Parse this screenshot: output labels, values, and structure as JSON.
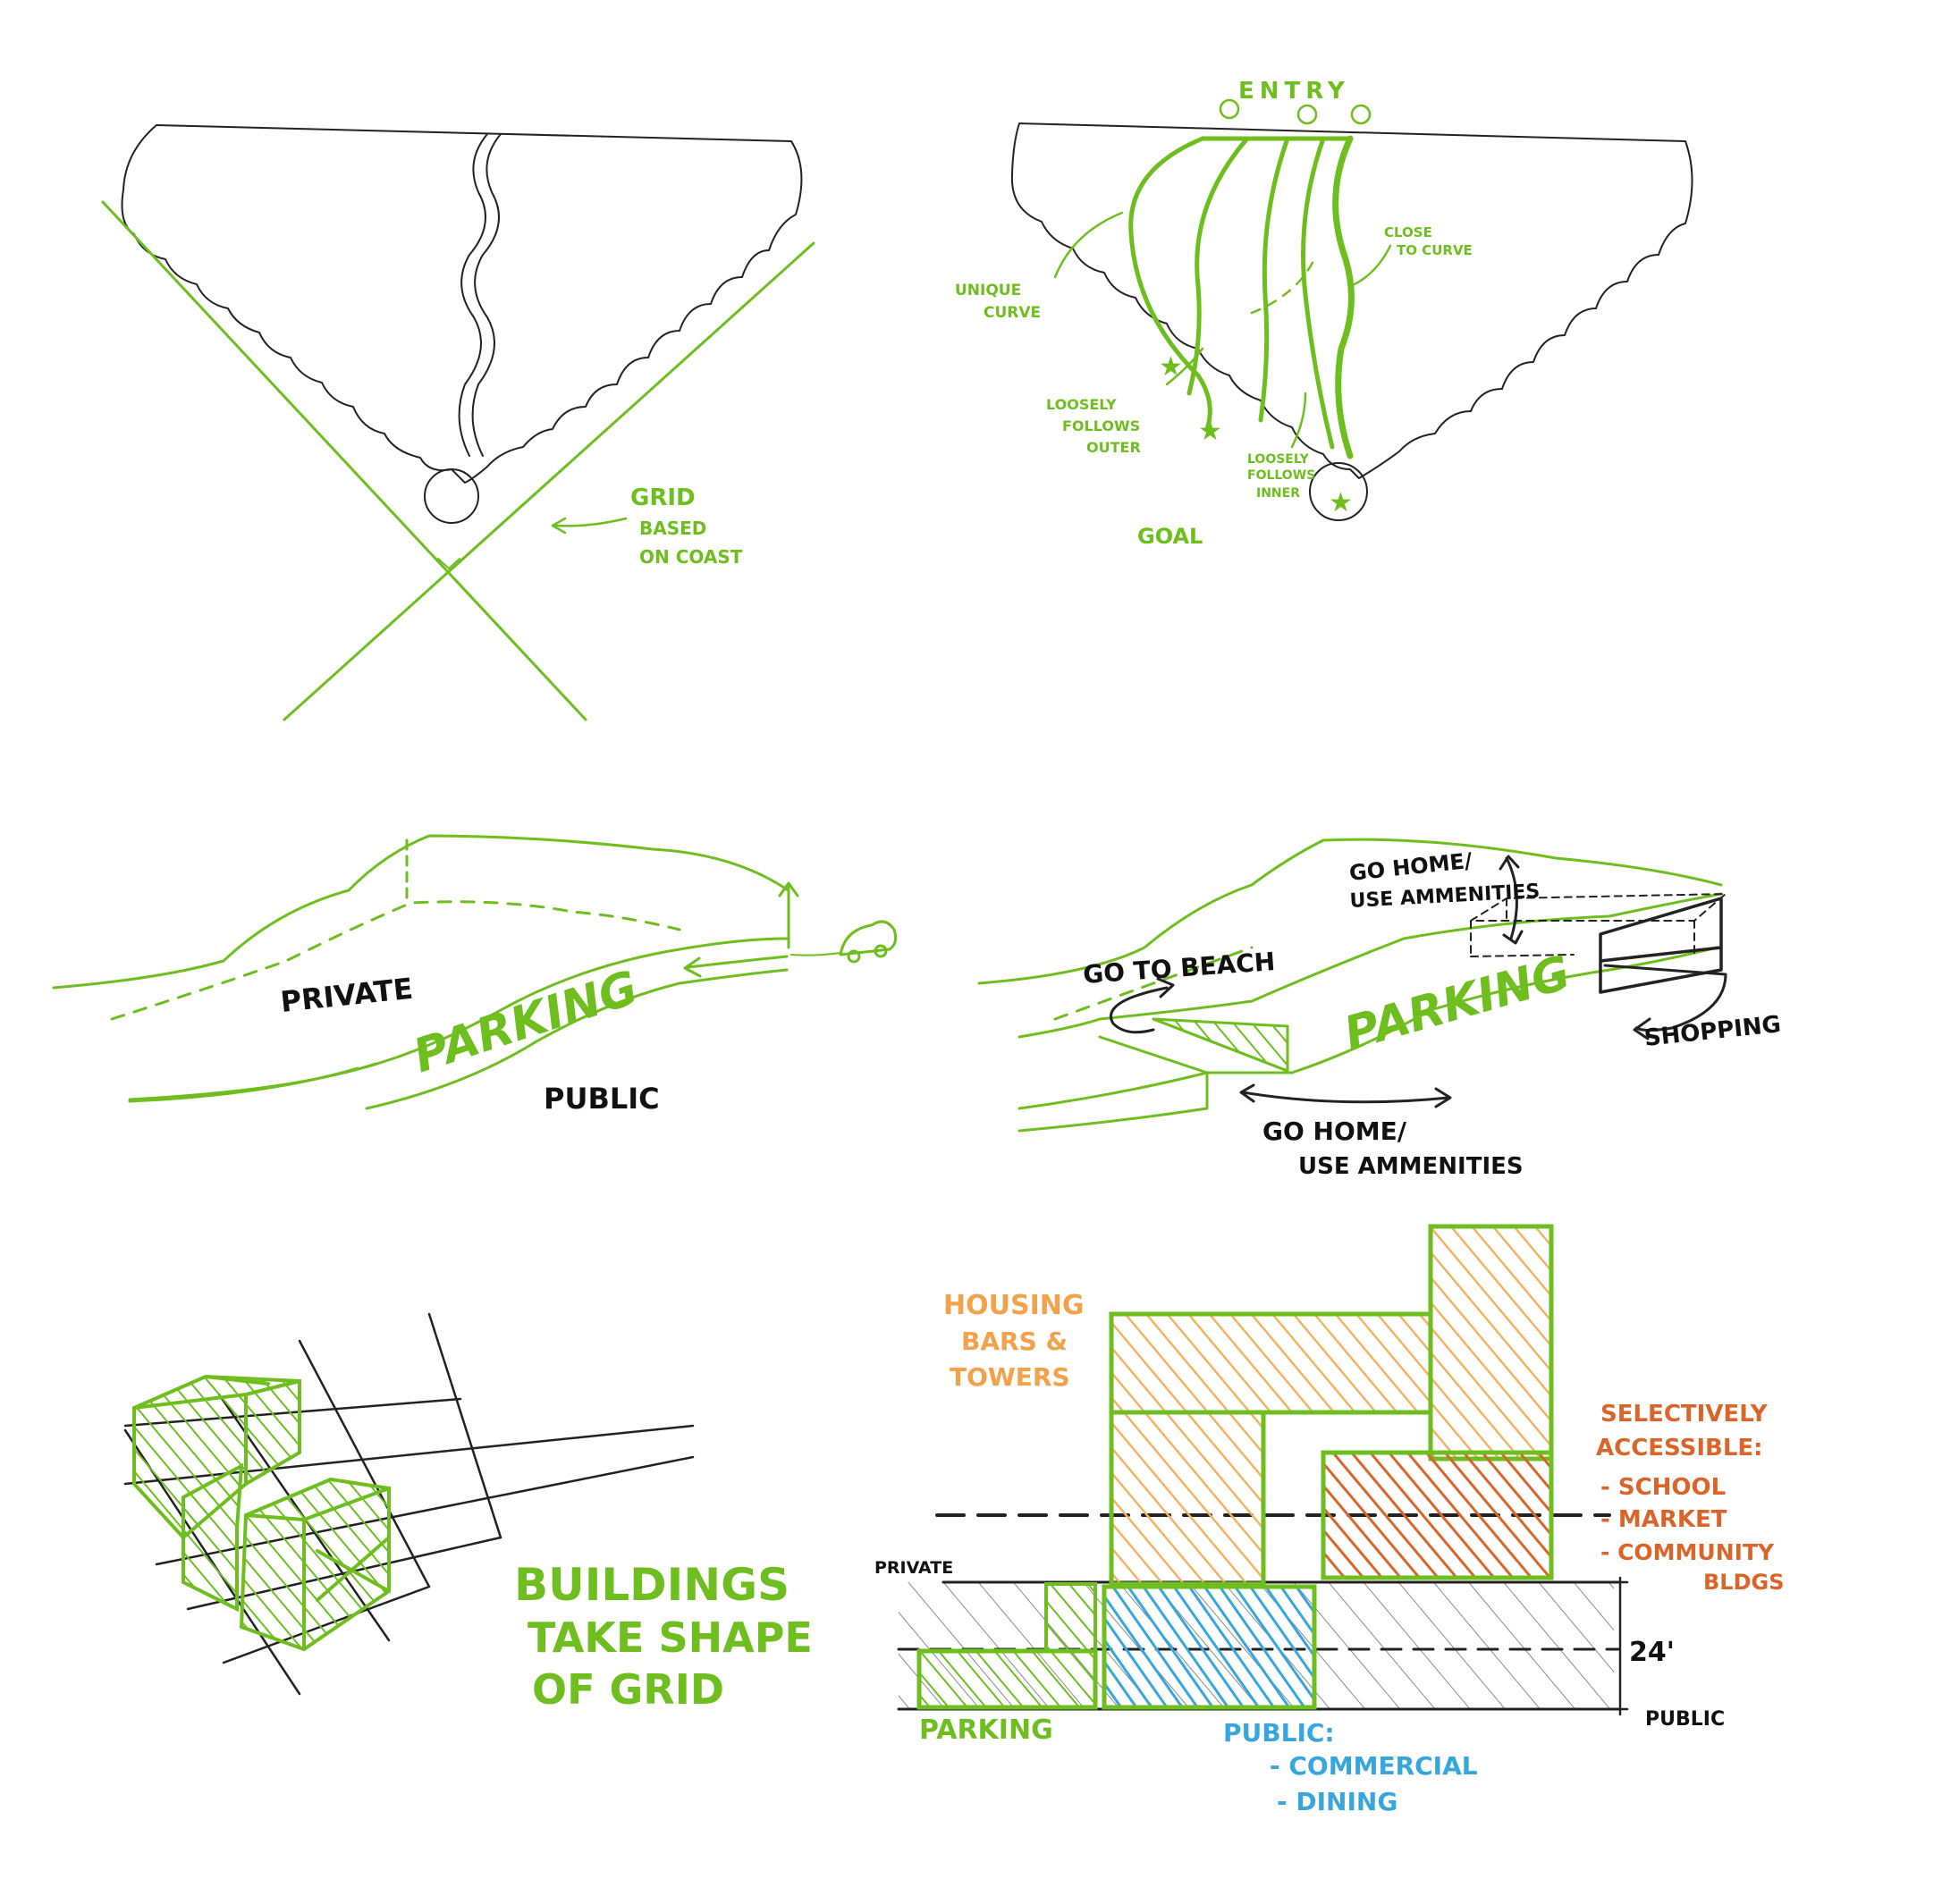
{
  "colors": {
    "green": "#6fbe1f",
    "ink": "#222222",
    "orange_light": "#f2b366",
    "orange_dark": "#d9652a",
    "blue": "#37a6dd",
    "gray": "#8a8a8a"
  },
  "sketch1": {
    "grid_label": [
      "GRID",
      "BASED",
      "ON COAST"
    ]
  },
  "sketch2": {
    "entry_label": "ENTRY",
    "unique_curve": [
      "UNIQUE",
      "CURVE"
    ],
    "close_to_curve": [
      "CLOSE",
      "TO CURVE"
    ],
    "loosely_outer": [
      "LOOSELY",
      "FOLLOWS",
      "OUTER"
    ],
    "loosely_inner": [
      "LOOSELY",
      "FOLLOWS",
      "INNER"
    ],
    "goal_label": "GOAL"
  },
  "sketch3": {
    "private_label": "PRIVATE",
    "parking_label": "PARKING",
    "public_label": "PUBLIC"
  },
  "sketch4": {
    "go_home_top": [
      "GO HOME/",
      "USE AMMENITIES"
    ],
    "go_to_beach": "GO TO BEACH",
    "parking_label": "PARKING",
    "shopping_label": "SHOPPING",
    "go_home_bottom": [
      "GO HOME/",
      "USE AMMENITIES"
    ]
  },
  "sketch5": {
    "caption": [
      "BUILDINGS",
      "TAKE SHAPE",
      "OF GRID"
    ]
  },
  "sketch6": {
    "housing_label": [
      "HOUSING",
      "BARS &",
      "TOWERS"
    ],
    "selectively_label": [
      "SELECTIVELY",
      "ACCESSIBLE:",
      "- SCHOOL",
      "- MARKET",
      "- COMMUNITY",
      "BLDGS"
    ],
    "private_label": "PRIVATE",
    "height_label": "24'",
    "public_level_label": "PUBLIC",
    "parking_label": "PARKING",
    "public_uses_label": [
      "PUBLIC:",
      "- COMMERCIAL",
      "- DINING"
    ]
  }
}
